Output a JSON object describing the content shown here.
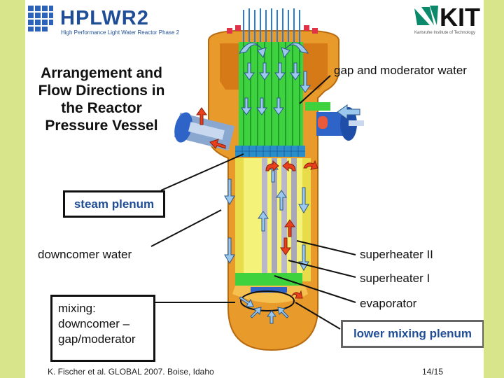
{
  "header": {
    "hplwr_logo_name": "HPLWR2",
    "hplwr_logo_sub": "High Performance Light Water Reactor Phase 2",
    "kit_logo_sub": "Karlsruhe Institute of Technology"
  },
  "title": "Arrangement and Flow Directions in the Reactor Pressure Vessel",
  "labels": {
    "gap_moderator": "gap and moderator water",
    "steam_plenum": "steam plenum",
    "downcomer": "downcomer water",
    "superheater2": "superheater II",
    "superheater1": "superheater I",
    "evaporator": "evaporator",
    "mixing": "mixing:\ndowncomer –\ngap/moderator",
    "lower_mixing": "lower mixing plenum"
  },
  "footer": {
    "citation": "K. Fischer et al. GLOBAL 2007. Boise, Idaho",
    "page": "14/15"
  },
  "colors": {
    "vessel": "#e89a2a",
    "core_green": "#3fd23f",
    "downcomer_yellow": "#f5f27a",
    "arrow_blue": "#9cc8ee",
    "arrow_red": "#e8401c",
    "nozzle_blue": "#2e64c8"
  }
}
